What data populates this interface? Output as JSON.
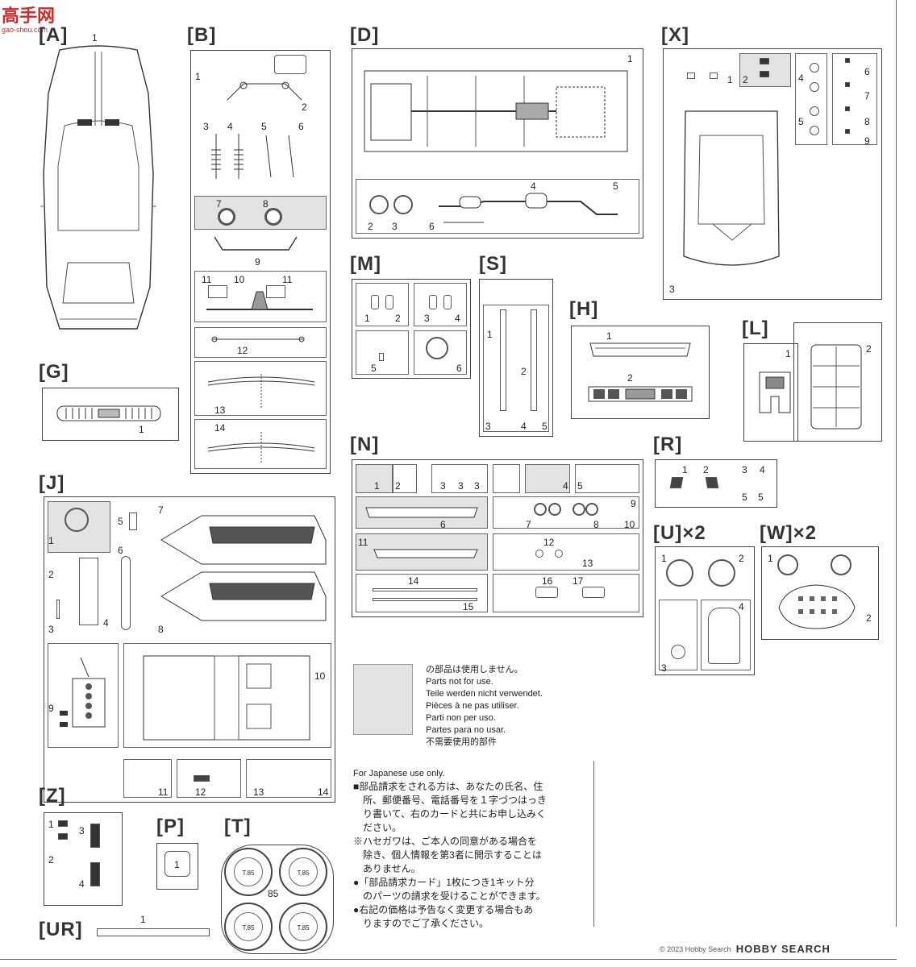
{
  "header": {
    "top_text": ""
  },
  "watermark_top": {
    "logo_text": "高手网",
    "url": "gao-shou.com"
  },
  "watermark_bottom": {
    "text": "HOBBY SEARCH",
    "copyright": "© 2023 Hobby Search"
  },
  "sprue_letters": {
    "A": "[A]",
    "B": "[B]",
    "D": "[D]",
    "X": "[X]",
    "M": "[M]",
    "S": "[S]",
    "H": "[H]",
    "L": "[L]",
    "G": "[G]",
    "J": "[J]",
    "N": "[N]",
    "R": "[R]",
    "U": "[U]×2",
    "W": "[W]×2",
    "Z": "[Z]",
    "P": "[P]",
    "T": "[T]",
    "UR": "[UR]"
  },
  "numbers": {
    "n1": "1",
    "n2": "2",
    "n3": "3",
    "n4": "4",
    "n5": "5",
    "n6": "6",
    "n7": "7",
    "n8": "8",
    "n9": "9",
    "n10": "10",
    "n11": "11",
    "n12": "12",
    "n13": "13",
    "n14": "14",
    "n15": "15",
    "n16": "16",
    "n17": "17",
    "n85": "85"
  },
  "tire_label": "T.85",
  "legend": {
    "lines": [
      "の部品は使用しません。",
      "Parts not for use.",
      "Teile werden nicht verwendet.",
      "Pièces à ne pas utiliser.",
      "Parti non per uso.",
      "Partes para no usar.",
      "不需要使用的部件"
    ]
  },
  "japanese_notice": {
    "lines": [
      "For Japanese use only.",
      "■部品請求をされる方は、あなたの氏名、住",
      "　所、郵便番号、電話番号を１字づつはっき",
      "　り書いて、右のカードと共にお申し込みく",
      "　ださい。",
      "※ハセガワは、ご本人の同意がある場合を",
      "　除き、個人情報を第3者に開示することは",
      "　ありません。",
      "●「部品請求カード」1枚につき1キット分",
      "　のパーツの請求を受けることができます。",
      "●右記の価格は予告なく変更する場合もあ",
      "　りますのでご了承ください。"
    ]
  },
  "colors": {
    "frame": "#444444",
    "shade": "#e3e3e3",
    "text": "#222222",
    "watermark_red": "#d12a2a"
  }
}
